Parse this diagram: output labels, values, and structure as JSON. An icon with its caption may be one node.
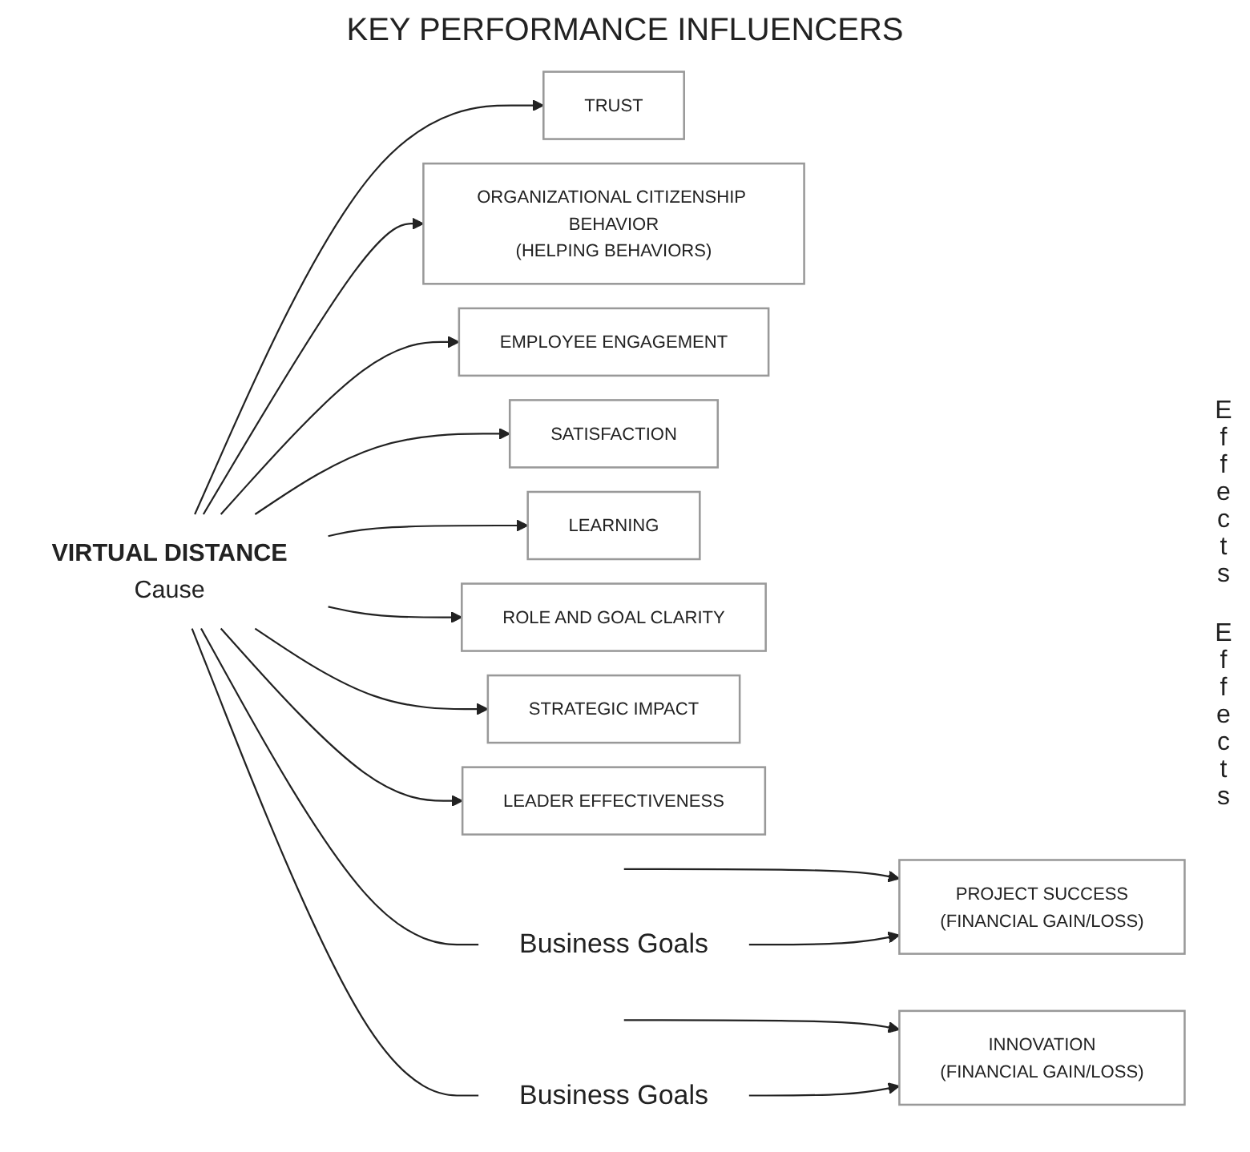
{
  "diagram": {
    "title": "KEY PERFORMANCE INFLUENCERS",
    "nodes": [
      {
        "text": [
          "VIRTUAL DISTANCE"
        ],
        "beside": [
          "Cause"
        ]
      },
      {
        "text": [
          "TRUST"
        ]
      },
      {
        "text": [
          "ORGANIZATIONAL CITIZENSHIP BEHAVIOR",
          "(HELPING BEHAVIORS)"
        ]
      },
      {
        "text": [
          "EMPLOYEE ENGAGEMENT"
        ]
      },
      {
        "text": [
          "SATISFACTION"
        ]
      },
      {
        "text": [
          "LEARNING"
        ]
      },
      {
        "text": [
          "ROLE AND GOAL CLARITY"
        ]
      },
      {
        "text": [
          "STRATEGIC IMPACT"
        ]
      },
      {
        "text": [
          "LEADER EFFECTIVENESS"
        ]
      },
      {
        "text": [
          "Business Goals"
        ]
      },
      {
        "text": [
          "PROJECT SUCCESS",
          "(FINANCIAL GAIN/LOSS)"
        ]
      },
      {
        "text": [
          "INNOVATION",
          "(FINANCIAL GAIN/LOSS)"
        ]
      },
      {
        "text": [
          "Business Goals"
        ]
      }
    ],
    "edges": [
      {
        "from": 0,
        "to": 1,
        "arrow": "to"
      },
      {
        "from": 0,
        "to": 2,
        "arrow": "to"
      },
      {
        "from": 0,
        "to": 3,
        "arrow": "to"
      },
      {
        "from": 0,
        "to": 4,
        "arrow": "to"
      },
      {
        "from": 0,
        "to": 5,
        "arrow": "to"
      },
      {
        "from": 0,
        "to": 6,
        "arrow": "to"
      },
      {
        "from": 0,
        "to": 7,
        "arrow": "to"
      },
      {
        "from": 0,
        "to": 8,
        "arrow": "to"
      },
      {
        "from": null,
        "to": 10,
        "arrow": "to"
      },
      {
        "from": null,
        "to": 11,
        "arrow": "to"
      },
      {
        "from": 9,
        "to": 10,
        "arrow": "to"
      },
      {
        "from": 12,
        "to": 11,
        "arrow": "to"
      },
      {
        "from": 0,
        "to": 9,
        "arrow": "none"
      },
      {
        "from": 0,
        "to": 12,
        "arrow": "none"
      }
    ],
    "labels": [
      "Effects",
      "Effects"
    ]
  }
}
